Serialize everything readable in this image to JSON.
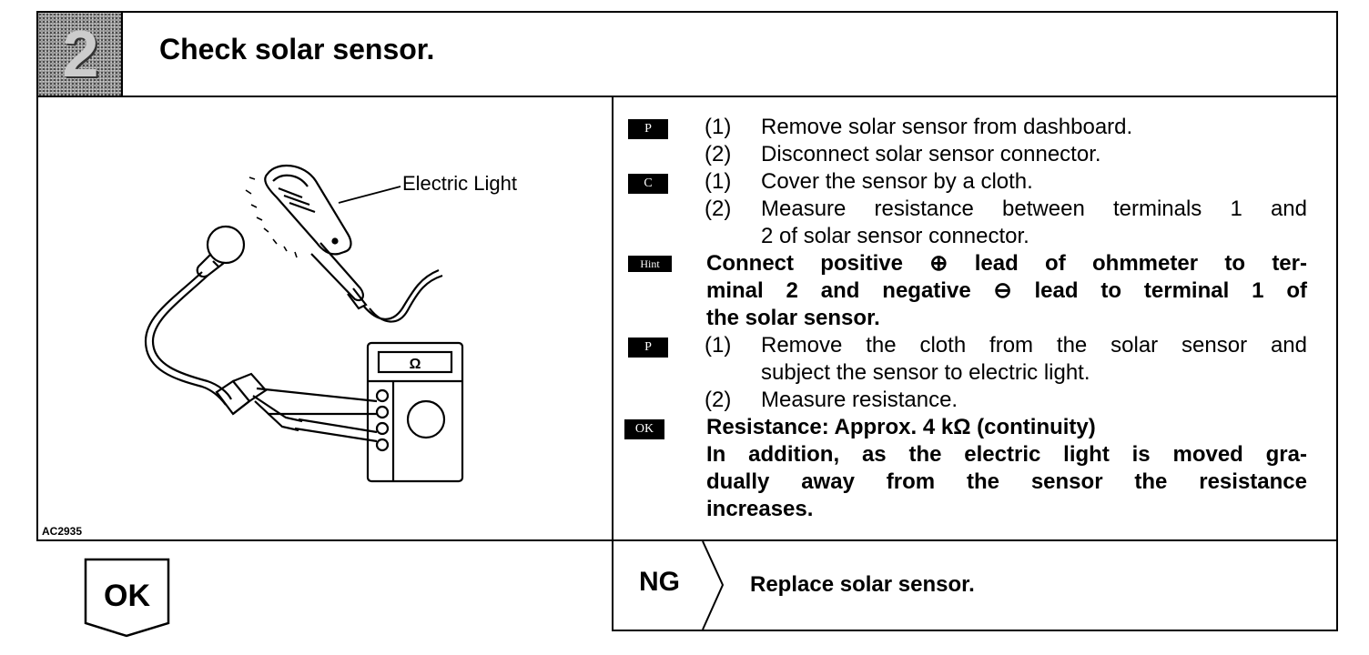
{
  "step": {
    "number": "2",
    "title": "Check solar sensor."
  },
  "figure": {
    "id": "AC2935",
    "label": "Electric Light",
    "meter_symbol": "Ω"
  },
  "tags": {
    "p": "P",
    "c": "C",
    "hint": "Hint",
    "ok": "OK"
  },
  "instructions": {
    "p1_n1": "(1)",
    "p1_t1": "Remove solar sensor from dashboard.",
    "p1_n2": "(2)",
    "p1_t2": "Disconnect solar sensor connector.",
    "c_n1": "(1)",
    "c_t1": "Cover the sensor by a cloth.",
    "c_n2": "(2)",
    "c_t2a": "Measure resistance between terminals 1 and",
    "c_t2b": "2 of solar sensor connector.",
    "hint_l1": "Connect positive ⊕ lead of ohmmeter to ter-",
    "hint_l2": "minal 2 and negative ⊖ lead to terminal 1 of",
    "hint_l3": "the solar sensor.",
    "p2_n1": "(1)",
    "p2_t1a": "Remove the cloth from the solar sensor and",
    "p2_t1b": "subject the sensor to electric light.",
    "p2_n2": "(2)",
    "p2_t2": "Measure resistance.",
    "ok_l1": "Resistance:   Approx. 4 kΩ (continuity)",
    "ok_l2": "In addition, as the electric light is moved gra-",
    "ok_l3": "dually away from the sensor the resistance",
    "ok_l4": "increases."
  },
  "ng": {
    "label": "NG",
    "action": "Replace solar sensor."
  },
  "ok_result": {
    "label": "OK"
  }
}
